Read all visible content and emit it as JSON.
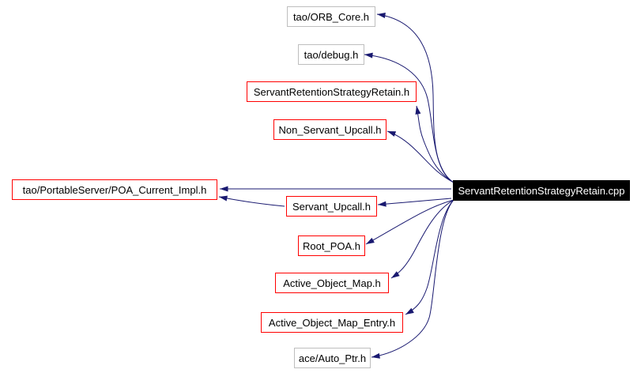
{
  "colors": {
    "edge": "#191970",
    "node-border-red": "#ff0000",
    "node-border-gray": "#bebebe",
    "node-bg": "#ffffff",
    "source-bg": "#000000",
    "source-text": "#ffffff",
    "node-text": "#000000",
    "canvas-bg": "#ffffff"
  },
  "diagram": {
    "type": "include-dependency-graph",
    "source_file": "ServantRetentionStrategyRetain.cpp",
    "nodes": [
      {
        "id": "orb-core",
        "label": "tao/ORB_Core.h",
        "kind": "external"
      },
      {
        "id": "debug",
        "label": "tao/debug.h",
        "kind": "external"
      },
      {
        "id": "retention-strategy-h",
        "label": "ServantRetentionStrategyRetain.h",
        "kind": "internal"
      },
      {
        "id": "non-servant-upcall",
        "label": "Non_Servant_Upcall.h",
        "kind": "internal"
      },
      {
        "id": "poa-current-impl",
        "label": "tao/PortableServer/POA_Current_Impl.h",
        "kind": "internal"
      },
      {
        "id": "servant-upcall",
        "label": "Servant_Upcall.h",
        "kind": "internal"
      },
      {
        "id": "root-poa",
        "label": "Root_POA.h",
        "kind": "internal"
      },
      {
        "id": "active-object-map",
        "label": "Active_Object_Map.h",
        "kind": "internal"
      },
      {
        "id": "active-object-map-entry",
        "label": "Active_Object_Map_Entry.h",
        "kind": "internal"
      },
      {
        "id": "auto-ptr",
        "label": "ace/Auto_Ptr.h",
        "kind": "external"
      },
      {
        "id": "source",
        "label": "ServantRetentionStrategyRetain.cpp",
        "kind": "source"
      }
    ],
    "edges": [
      {
        "from": "ServantRetentionStrategyRetain.cpp",
        "to": "tao/ORB_Core.h"
      },
      {
        "from": "ServantRetentionStrategyRetain.cpp",
        "to": "tao/debug.h"
      },
      {
        "from": "ServantRetentionStrategyRetain.cpp",
        "to": "ServantRetentionStrategyRetain.h"
      },
      {
        "from": "ServantRetentionStrategyRetain.cpp",
        "to": "Non_Servant_Upcall.h"
      },
      {
        "from": "ServantRetentionStrategyRetain.cpp",
        "to": "tao/PortableServer/POA_Current_Impl.h"
      },
      {
        "from": "ServantRetentionStrategyRetain.cpp",
        "to": "Servant_Upcall.h"
      },
      {
        "from": "Servant_Upcall.h",
        "to": "tao/PortableServer/POA_Current_Impl.h"
      },
      {
        "from": "ServantRetentionStrategyRetain.cpp",
        "to": "Root_POA.h"
      },
      {
        "from": "ServantRetentionStrategyRetain.cpp",
        "to": "Active_Object_Map.h"
      },
      {
        "from": "ServantRetentionStrategyRetain.cpp",
        "to": "Active_Object_Map_Entry.h"
      },
      {
        "from": "ServantRetentionStrategyRetain.cpp",
        "to": "ace/Auto_Ptr.h"
      }
    ]
  }
}
